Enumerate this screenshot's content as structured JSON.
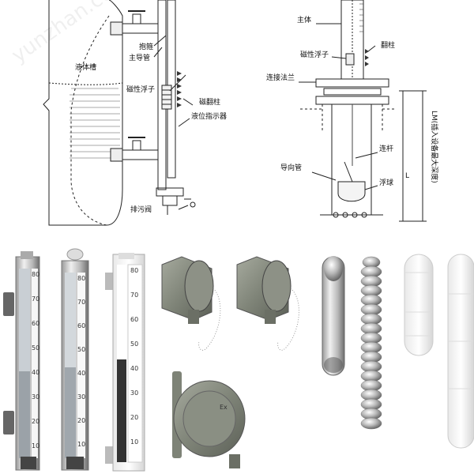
{
  "left_diagram": {
    "labels": {
      "tank": "液体槽",
      "clamp": "抱箍",
      "main_tube": "主导管",
      "float": "磁性浮子",
      "flap": "磁翻柱",
      "indicator": "液位指示器",
      "drain": "排污阀"
    }
  },
  "right_diagram": {
    "labels": {
      "body": "主体",
      "flap": "翻柱",
      "float": "磁性浮子",
      "flange": "连接法兰",
      "rod": "连杆",
      "guide": "导向管",
      "ball": "浮球",
      "dim_l": "L",
      "dim_lm": "LM(插入设备最大深度)"
    }
  },
  "products": {
    "scale_ticks_a": [
      "80",
      "70",
      "60",
      "50",
      "40",
      "30",
      "20",
      "10"
    ],
    "scale_ticks_b": [
      "80",
      "70",
      "60",
      "50",
      "40",
      "30",
      "20",
      "10"
    ],
    "scale_ticks_c": [
      "80",
      "70",
      "60",
      "50",
      "40",
      "30",
      "20",
      "10"
    ],
    "junction_box_mark": "Ex"
  },
  "watermark": "yunzhan.com"
}
